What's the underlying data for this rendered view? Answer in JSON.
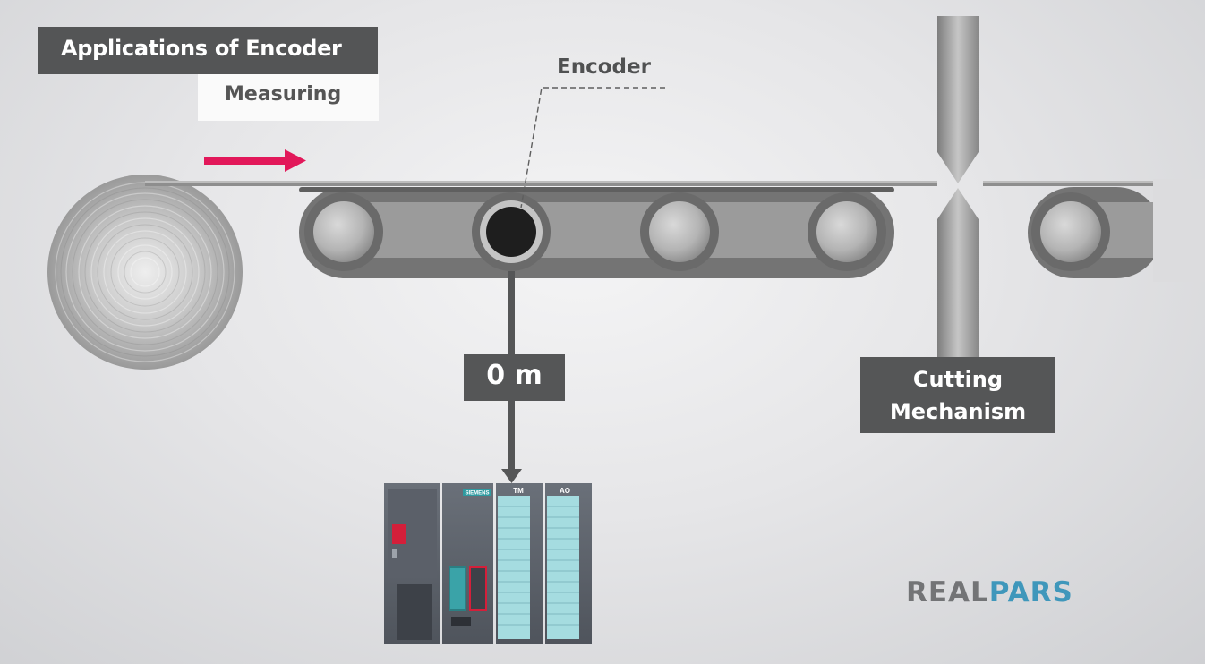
{
  "header": {
    "title": "Applications of Encoder",
    "subtitle": "Measuring"
  },
  "labels": {
    "encoder": "Encoder",
    "distance": "0 m",
    "cutting": "Cutting Mechanism"
  },
  "plc": {
    "brand": "SIEMENS",
    "modules": [
      "TM",
      "AO"
    ]
  },
  "logo": {
    "part1": "REAL",
    "part2": "PARS"
  },
  "colors": {
    "flow_arrow": "#e2185a",
    "label_bg": "#555657",
    "logo_gray": "#737476",
    "logo_blue": "#3f97bb"
  },
  "icons": [
    "material-roll-icon",
    "flow-direction-arrow-icon",
    "encoder-wheel-icon",
    "roller-icon",
    "cutter-blade-icon",
    "plc-icon"
  ]
}
